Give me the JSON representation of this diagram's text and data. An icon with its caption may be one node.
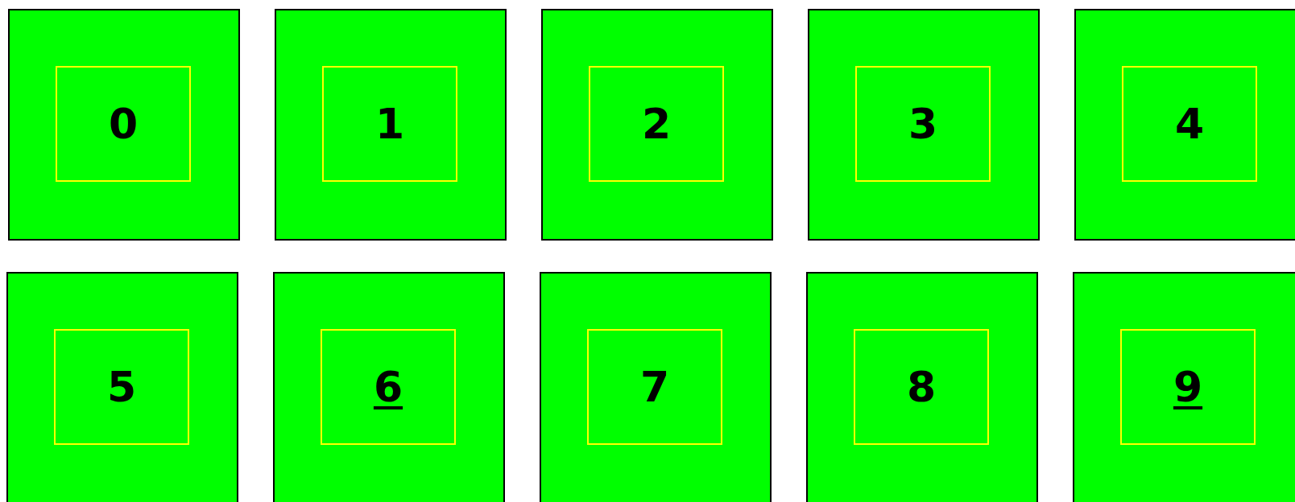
{
  "diagram": {
    "nodes": [
      {
        "text": [],
        "shape": "box"
      },
      {
        "text": [
          "0"
        ],
        "in": 0
      },
      {
        "text": [],
        "shape": "box"
      },
      {
        "text": [
          "1"
        ],
        "in": 2
      },
      {
        "text": [],
        "shape": "box"
      },
      {
        "text": [
          "2"
        ],
        "in": 4
      },
      {
        "text": [],
        "shape": "box"
      },
      {
        "text": [
          "3"
        ],
        "in": 6
      },
      {
        "text": [],
        "shape": "box"
      },
      {
        "text": [
          "4"
        ],
        "in": 8
      },
      {
        "text": [],
        "shape": "box"
      },
      {
        "text": [
          "5"
        ],
        "in": 10
      },
      {
        "text": [],
        "shape": "box"
      },
      {
        "text": [
          "6"
        ],
        "in": 12
      },
      {
        "text": [],
        "shape": "box"
      },
      {
        "text": [
          "7"
        ],
        "in": 14
      },
      {
        "text": [],
        "shape": "box"
      },
      {
        "text": [
          "8"
        ],
        "in": 16
      },
      {
        "text": [],
        "shape": "box"
      },
      {
        "text": [
          "9"
        ],
        "in": 18
      }
    ]
  }
}
